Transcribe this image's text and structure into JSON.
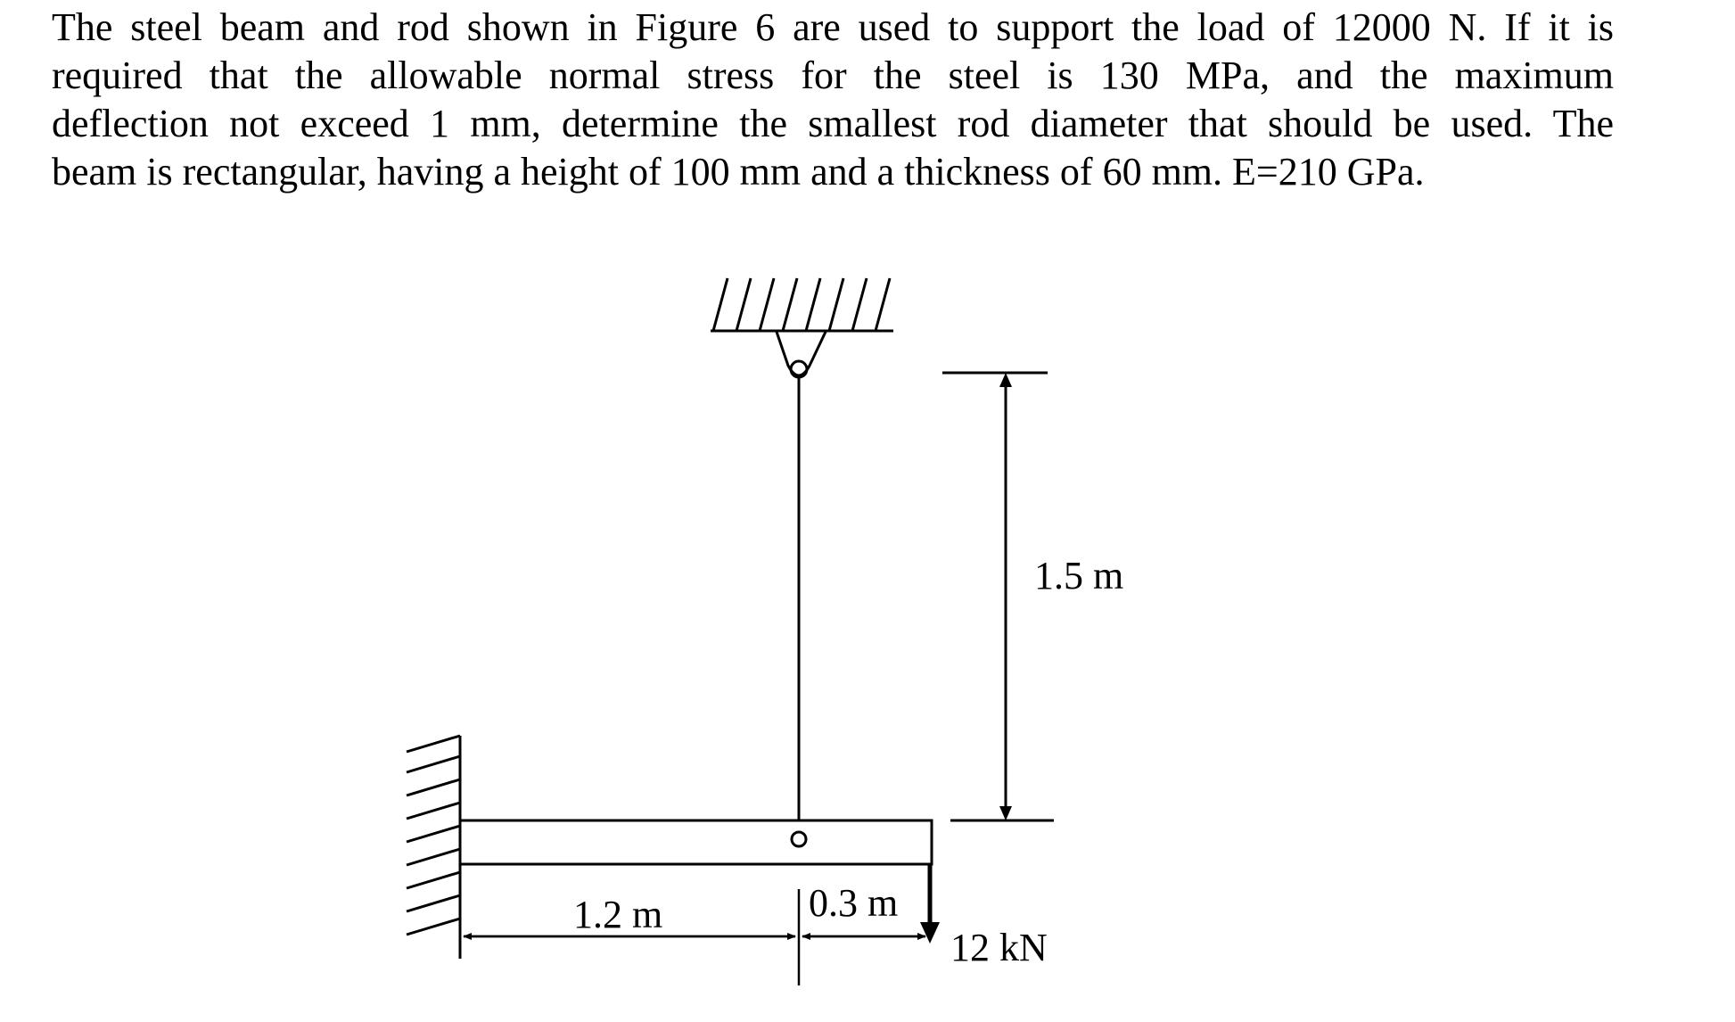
{
  "problem": {
    "lines": [
      "The steel beam and rod shown in Figure 6 are used to support the load of 12000 N.  If it is",
      "required that the allowable normal stress for the steel is 130 MPa, and the maximum",
      "deflection not exceed 1 mm, determine the smallest rod diameter that should be used.  The",
      "beam is rectangular, having a height of 100 mm and a thickness of 60 mm.  E=210 GPa."
    ],
    "load_N": 12000,
    "allowable_stress_MPa": 130,
    "max_deflection_mm": 1,
    "beam_height_mm": 100,
    "beam_thickness_mm": 60,
    "E_GPa": 210
  },
  "figure": {
    "labels": {
      "rod_length": "1.5 m",
      "beam_left_span": "1.2 m",
      "beam_right_span": "0.3 m",
      "load": "12 kN"
    },
    "colors": {
      "stroke": "#000000",
      "background": "#ffffff"
    }
  }
}
